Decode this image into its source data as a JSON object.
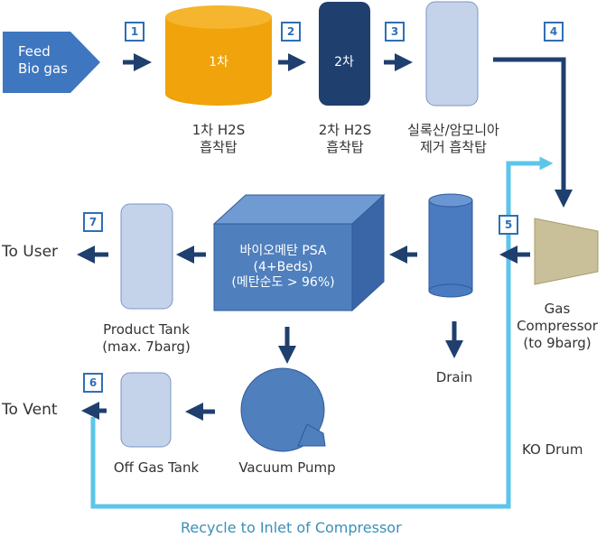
{
  "feed": {
    "line1": "Feed",
    "line2": "Bio gas"
  },
  "steps": [
    "1",
    "2",
    "3",
    "4",
    "5",
    "6",
    "7"
  ],
  "tank1": {
    "tag": "1차",
    "label_line1": "1차 H2S",
    "label_line2": "흡착탑"
  },
  "tank2": {
    "tag": "2차",
    "label_line1": "2차 H2S",
    "label_line2": "흡착탑"
  },
  "tank3": {
    "label_line1": "실록산/암모니아",
    "label_line2": "제거 흡착탑"
  },
  "compressor": {
    "line1": "Gas",
    "line2": "Compressor",
    "line3": "(to 9barg)"
  },
  "drain": {
    "label": "Drain"
  },
  "ko_drum": {
    "label": "KO Drum"
  },
  "psa": {
    "line1": "바이오메탄 PSA",
    "line2": "(4+Beds)",
    "line3": "(메탄순도 > 96%)"
  },
  "product_tank": {
    "line1": "Product Tank",
    "line2": "(max. 7barg)"
  },
  "to_user": "To User",
  "vacuum_pump": {
    "label": "Vacuum Pump"
  },
  "off_gas_tank": {
    "label": "Off Gas Tank"
  },
  "to_vent": "To Vent",
  "recycle": {
    "label": "Recycle to Inlet of Compressor"
  },
  "colors": {
    "arrow": "#1f3f6e",
    "tank1": "#f0a30a",
    "tank2": "#1f3f6e",
    "light_tank": "#c5d3ea",
    "psa": "#4f7fbd",
    "drain": "#4a7bc0",
    "compressor": "#c9c09a",
    "recycle": "#5bc6ea",
    "recycle_text": "#3a8fb7"
  }
}
